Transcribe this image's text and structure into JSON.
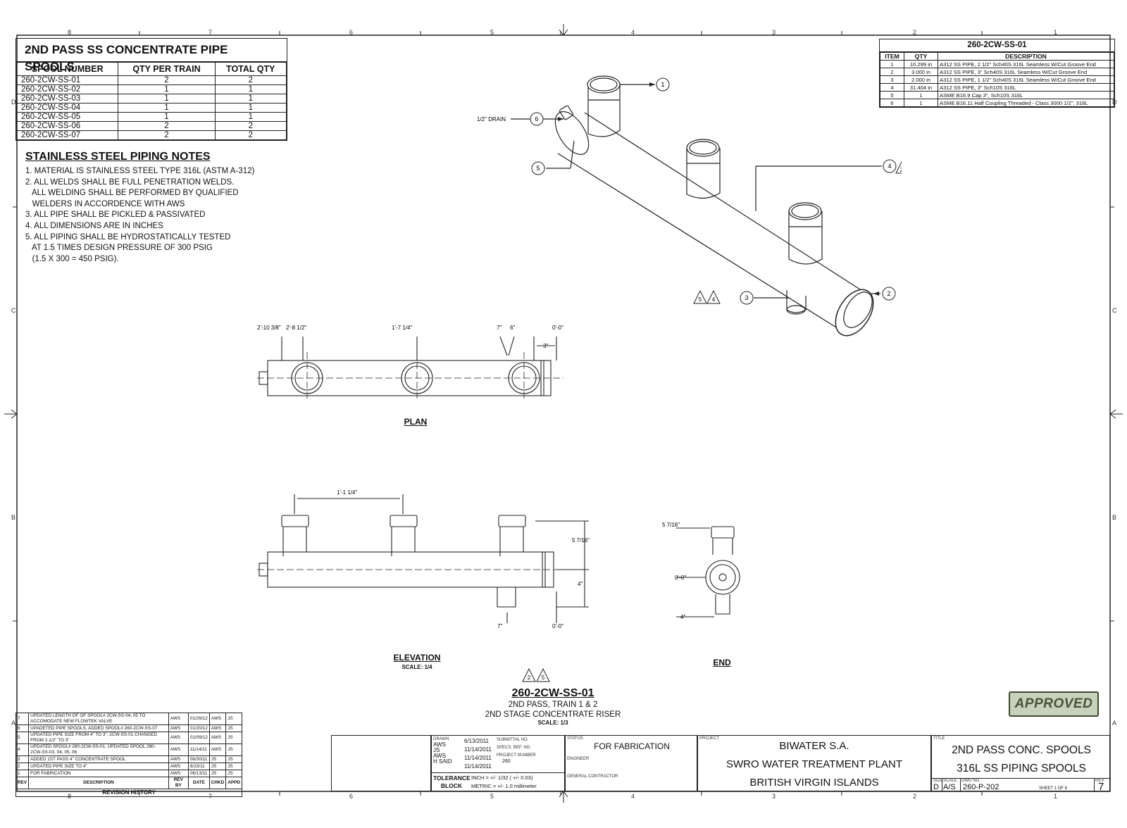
{
  "spool_table": {
    "title": "2ND PASS SS CONCENTRATE PIPE SPOOLS",
    "headers": [
      "SPOOL NUMBER",
      "QTY PER TRAIN",
      "TOTAL QTY"
    ],
    "rows": [
      [
        "260-2CW-SS-01",
        "2",
        "2"
      ],
      [
        "260-2CW-SS-02",
        "1",
        "1"
      ],
      [
        "260-2CW-SS-03",
        "1",
        "1"
      ],
      [
        "260-2CW-SS-04",
        "1",
        "1"
      ],
      [
        "260-2CW-SS-05",
        "1",
        "1"
      ],
      [
        "260-2CW-SS-06",
        "2",
        "2"
      ],
      [
        "260-2CW-SS-07",
        "2",
        "2"
      ]
    ]
  },
  "notes": {
    "title": "STAINLESS STEEL PIPING NOTES",
    "lines": [
      "1. MATERIAL IS STAINLESS STEEL TYPE 316L (ASTM A-312)",
      "2. ALL WELDS SHALL BE FULL PENETRATION WELDS.",
      "   ALL WELDING SHALL BE PERFORMED BY QUALIFIED",
      "   WELDERS IN ACCORDENCE WITH AWS",
      "3. ALL PIPE SHALL BE PICKLED & PASSIVATED",
      "4. ALL DIMENSIONS ARE IN INCHES",
      "5. ALL PIPING SHALL BE HYDROSTATICALLY TESTED",
      "   AT 1.5 TIMES DESIGN PRESSURE OF 300 PSIG",
      "   (1.5 X 300 = 450 PSIG)."
    ]
  },
  "bom": {
    "title": "260-2CW-SS-01",
    "headers": [
      "ITEM",
      "QTY",
      "DESCRIPTION"
    ],
    "rows": [
      [
        "1",
        "10.299 in",
        "A312 SS PIPE, 2 1/2\" Sch40S 316L Seamless W/Cut Groove End"
      ],
      [
        "2",
        "3.000 in",
        "A312 SS PIPE, 3\" Sch40S 316L Seamless W/Cut Groove End"
      ],
      [
        "3",
        "2.000 in",
        "A312 SS PIPE, 1 1/2\" Sch40S 316L Seamless W/Cut Groove End"
      ],
      [
        "4",
        "31.404 in",
        "A312 SS PIPE, 3\" Sch10S 316L"
      ],
      [
        "5",
        "1",
        "ASME B16.9 Cap 3\", Sch10S 316L"
      ],
      [
        "6",
        "1",
        "ASME B16.11 Half Coupling Threaded - Class 3000 1/2\", 316L"
      ]
    ]
  },
  "zones": {
    "top": [
      "8",
      "7",
      "6",
      "5",
      "4",
      "3",
      "2",
      "1"
    ],
    "side": [
      "D",
      "C",
      "B",
      "A"
    ]
  },
  "iso": {
    "drain_label": "1/2\" DRAIN",
    "balloons": [
      "1",
      "2",
      "3",
      "4",
      "5",
      "6"
    ],
    "revision_marks": [
      "2",
      "5",
      "4"
    ]
  },
  "plan": {
    "label": "PLAN",
    "dims": [
      "2'-10 3/8\"",
      "2'-8 1/2\"",
      "1'-7 1/4\"",
      "7\"",
      "6\"",
      "0'-0\"",
      "3\""
    ]
  },
  "elevation": {
    "label": "ELEVATION",
    "scale": "SCALE: 1/4",
    "dims": [
      "1'-1 1/4\"",
      "5 7/16\"",
      "4\"",
      "7\"",
      "0'-0\""
    ]
  },
  "end_view": {
    "label": "END",
    "dims": [
      "5 7/16\"",
      "0'-0\"",
      "4\""
    ]
  },
  "center_title": {
    "rev_marks": [
      "2",
      "5"
    ],
    "spool": "260-2CW-SS-01",
    "line1": "2ND PASS, TRAIN 1 & 2",
    "line2": "2ND STAGE CONCENTRATE RISER",
    "scale": "SCALE: 1/3"
  },
  "approved": "APPROVED",
  "revisions": {
    "title": "REVISION HISTORY",
    "headers": [
      "REV",
      "DESCRIPTION",
      "REV BY",
      "DATE",
      "CHKD",
      "APPD"
    ],
    "rows": [
      [
        "7",
        "UPDATED LENGTH OF OF SPOOL# 2CW-SS-04, 05 TO ACCOMODATE NEW FLOWTEK VALVE",
        "AWS",
        "01/26/12",
        "AWS",
        "JS"
      ],
      [
        "6",
        "UPADETED PIPE SPOOLS, ADDED SPOOL# 260-2CW-SS-07",
        "AWS",
        "01/20/12",
        "AWS",
        "JS"
      ],
      [
        "5",
        "UPDATED PIPE SIZE FROM 4\" TO 3\", 2CW-SS-01 CHANGED FROM 2-1/2\" TO 3\"",
        "AWS",
        "01/09/12",
        "AWS",
        "JS"
      ],
      [
        "4",
        "UPDATED SPOOL# 260-2CW-SS-01, UPDATED SPOOL 260-2CW-SS-03, 04, 05, 06",
        "AWS",
        "11/14/11",
        "AWS",
        "JS"
      ],
      [
        "3",
        "ADDED 1ST PASS 4\" CONCENTRATE SPOOL",
        "AWS",
        "06/30/11",
        "JS",
        "JS"
      ],
      [
        "2",
        "UPDATED PIPE SIZE TO 4\"",
        "AWS",
        "6/23/11",
        "JS",
        "JS"
      ],
      [
        "1",
        "FOR FABRICATION",
        "AWS",
        "06/13/11",
        "JS",
        "JS"
      ]
    ]
  },
  "title_block": {
    "drawn_label": "DRAWN",
    "drawn_by": "AWS",
    "drawn_date": "6/13/2011",
    "checked_by": "JS",
    "checked_date": "11/14/2011",
    "approved_by": "AWS",
    "approved_date": "11/14/2011",
    "issued_by": "H SAID",
    "issued_date": "11/14/2011",
    "submittal_label": "SUBMITTAL NO.",
    "spec_label": "SPECS. REF. NO.",
    "project_label": "PROJECT NUMBER",
    "project_number": "260",
    "tolerance_label": "TOLERANCE BLOCK",
    "tol_inch": "INCH = +/- 1/32 ( +/- 0.03)",
    "tol_metric": "METRIC = +/- 1.0 millimeter",
    "status_label": "STATUS",
    "status": "FOR FABRICATION",
    "engineer_label": "ENGINEER",
    "gc_label": "GENERAL CONTRACTOR",
    "project_title_label": "PROJECT",
    "client": "BIWATER S.A.",
    "plant": "SWRO WATER TREATMENT PLANT",
    "location": "BRITISH VIRGIN ISLANDS",
    "title_label": "TITLE",
    "title1": "2ND PASS CONC. SPOOLS",
    "title2": "316L SS PIPING SPOOLS",
    "size_label": "SIZE",
    "size": "D",
    "scale_label": "SCALE",
    "scale": "A/S",
    "dwg_label": "DWG NO.",
    "dwg": "260-P-202",
    "sheet": "SHEET 1  OF 6",
    "rev_label": "REV",
    "rev": "7"
  }
}
